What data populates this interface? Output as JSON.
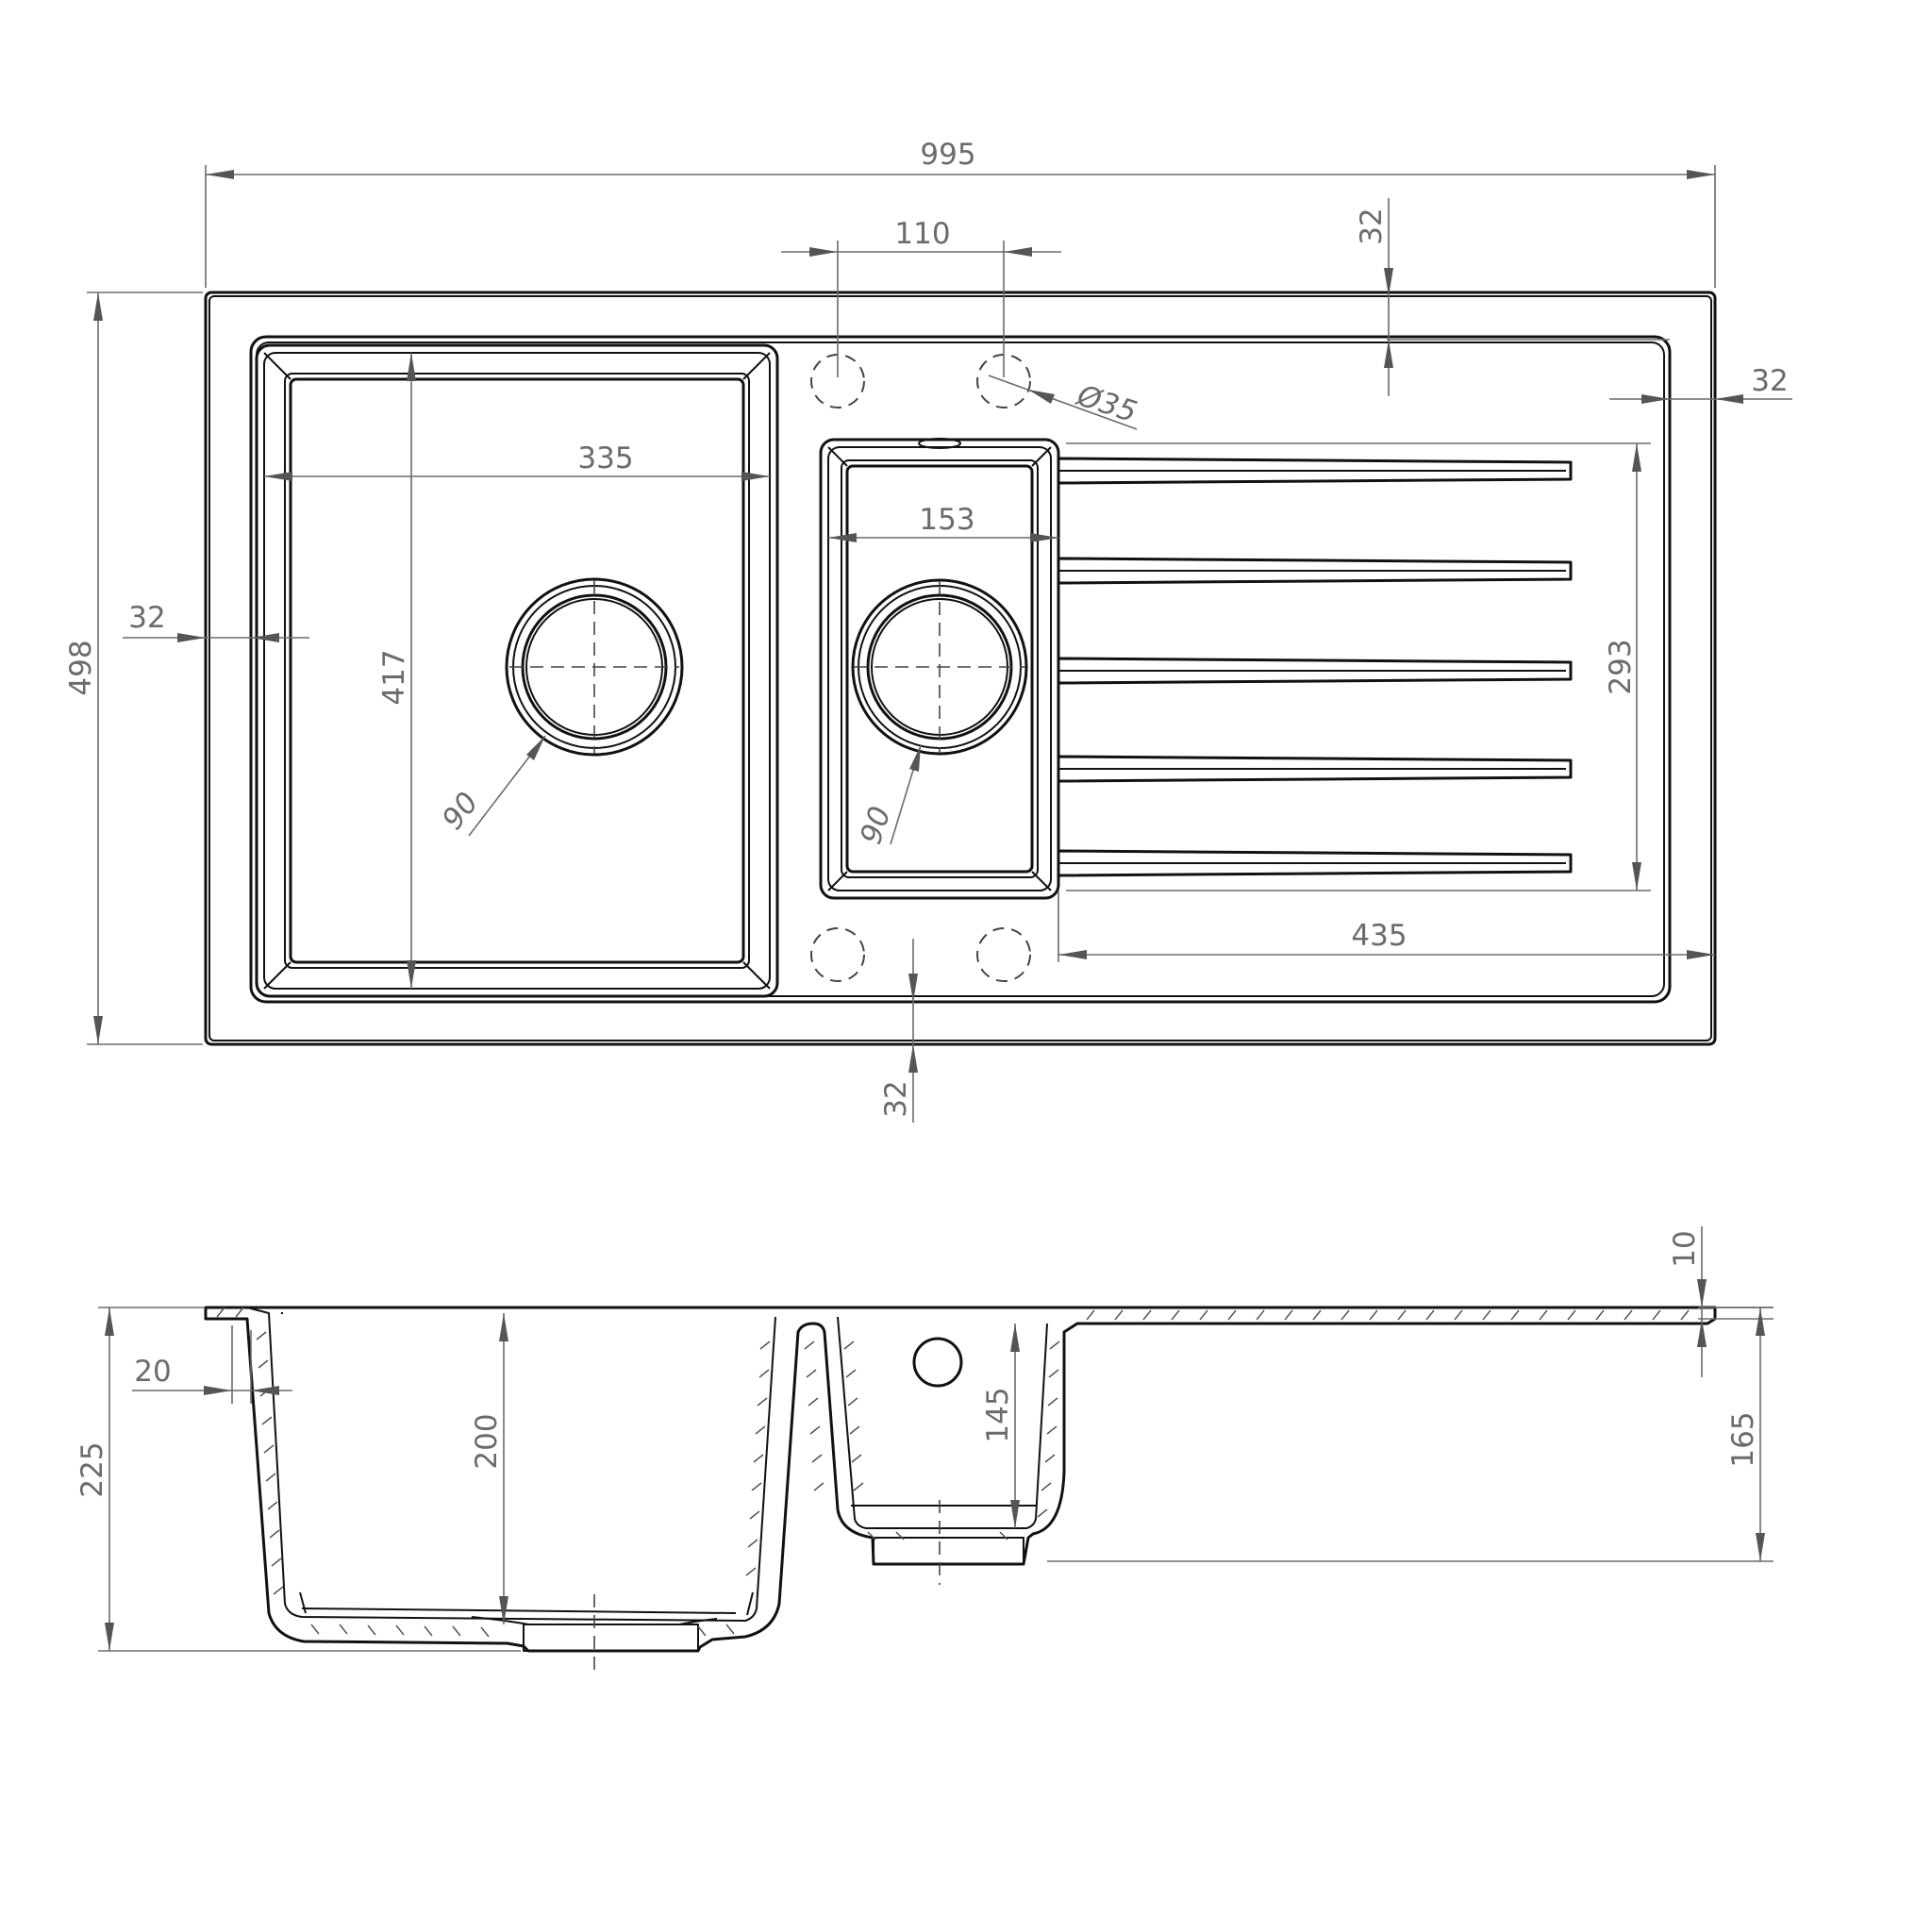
{
  "dimensions": {
    "overall_width": "995",
    "tap_hole_spacing": "110",
    "top_margin": "32",
    "right_margin": "32",
    "tap_hole_diameter": "Ø35",
    "large_bowl_width": "335",
    "small_bowl_width": "153",
    "overall_depth": "498",
    "left_margin": "32",
    "large_bowl_length": "417",
    "drain_dia_large": "90",
    "drain_dia_small": "90",
    "drainer_length": "293",
    "drainer_width": "435",
    "bottom_margin": "32",
    "rim_thickness": "10",
    "flange_width": "20",
    "overall_height": "225",
    "large_bowl_depth": "200",
    "small_bowl_depth": "145",
    "drainer_height": "165"
  },
  "colors": {
    "outline": "#111111",
    "dimension": "#6b6b6b"
  }
}
